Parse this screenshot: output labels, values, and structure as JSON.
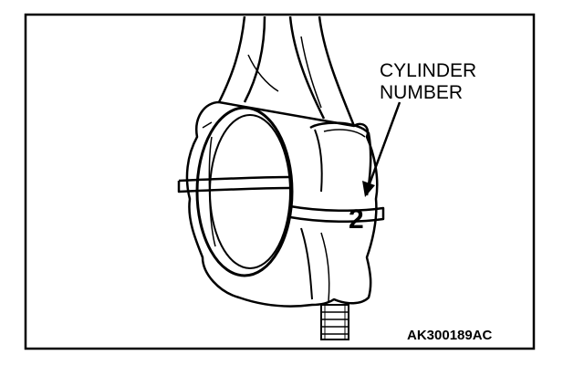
{
  "callout": {
    "line1": "CYLINDER",
    "line2": "NUMBER"
  },
  "stamp": {
    "digit": "2"
  },
  "figure_code": "AK300189AC",
  "colors": {
    "ink": "#000000",
    "paper": "#ffffff"
  }
}
